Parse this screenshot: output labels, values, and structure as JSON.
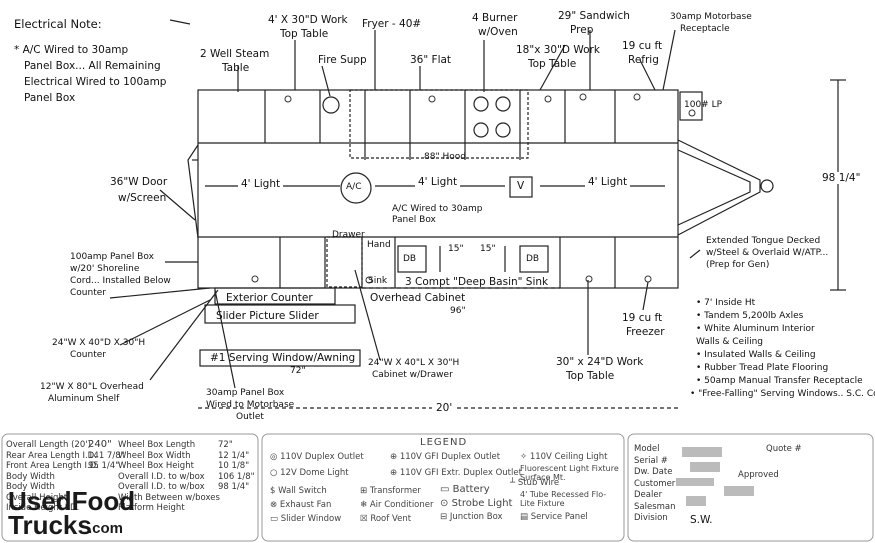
{
  "notes": {
    "title": "Electrical Note:",
    "body": [
      "* A/C Wired to 30amp",
      "Panel Box... All Remaining",
      "Electrical Wired to 100amp",
      "Panel Box"
    ]
  },
  "top_labels": {
    "steam": [
      "2 Well Steam",
      "Table"
    ],
    "work_top": [
      "4' X 30\"D Work",
      "Top Table"
    ],
    "fire": "Fire Supp",
    "fryer": "Fryer - 40#",
    "flat": "36\" Flat",
    "burner": [
      "4 Burner",
      "w/Oven"
    ],
    "sandwich": [
      "29\" Sandwich",
      "Prep"
    ],
    "work18": [
      "18\"x 30\"D Work",
      "Top Table"
    ],
    "motorbase": [
      "30amp Motorbase",
      "Receptacle"
    ],
    "refrig": [
      "19 cu ft",
      "Refrig"
    ]
  },
  "left_labels": {
    "door": [
      "36\"W Door",
      "w/Screen"
    ],
    "panel": [
      "100amp Panel Box",
      "w/20' Shoreline",
      "Cord... Installed Below",
      "Counter"
    ],
    "counter24": [
      "24\"W X 40\"D X 30\"H",
      "Counter"
    ],
    "shelf": [
      "12\"W X 80\"L Overhead",
      "Aluminum Shelf"
    ]
  },
  "inside": {
    "hood": "88\" Hood",
    "light1": "4' Light",
    "light2": "4' Light",
    "light3": "4' Light",
    "ac": "A/C",
    "vent": "V",
    "ac_note": [
      "A/C Wired to 30amp",
      "Panel Box"
    ],
    "drawer": "Drawer",
    "hand": "Hand",
    "sink": "Sink",
    "db1": "DB",
    "db2": "DB",
    "dim15a": "15\"",
    "dim15b": "15\"",
    "compt": "3 Compt \"Deep Basin\" Sink",
    "overhead": "Overhead Cabinet",
    "dim96": "96\"",
    "propane": "100# LP",
    "ext_counter": "Exterior Counter",
    "slider": "Slider   Picture   Slider",
    "serving": "#1 Serving Window/Awning",
    "dim72": "72\"",
    "dim20": "20'",
    "dim98": "98 1/4\""
  },
  "right_labels": {
    "tongue": [
      "Extended Tongue Decked",
      "w/Steel & Overlaid W/ATP...",
      "(Prep for Gen)"
    ],
    "freezer": [
      "19 cu ft",
      "Freezer"
    ],
    "worktop30": [
      "30\" x 24\"D Work",
      "Top Table"
    ],
    "cabinet": [
      "24\"W X 40\"L X 30\"H",
      "Cabinet w/Drawer"
    ],
    "panel30": [
      "30amp Panel Box",
      "Wired to Motorbase",
      "Outlet"
    ],
    "specs": [
      "• 7' Inside Ht",
      "• Tandem 5,200lb Axles",
      "• White Aluminum Interior",
      "   Walls & Ceiling",
      "• Insulated Walls & Ceiling",
      "• Rubber Tread Plate Flooring",
      "• 50amp Manual Transfer Receptacle",
      "• \"Free-Falling\" Serving Windows.. S.C. Code"
    ]
  },
  "dims_table": {
    "rows": [
      [
        "Overall Length (20')",
        "240\"",
        "Wheel Box Length",
        "72\""
      ],
      [
        "Rear Area Length I.D.",
        "141 7/8\"",
        "Wheel Box Width",
        "12 1/4\""
      ],
      [
        "Front Area Length I.D.",
        "95 1/4\"",
        "Wheel Box Height",
        "10 1/8\""
      ],
      [
        "Body Width",
        "",
        "",
        "106 1/8\""
      ],
      [
        "Body Width",
        "",
        "",
        "98 1/4\""
      ],
      [
        "Overall Height",
        "",
        "",
        ""
      ],
      [
        "Inside Height I.D.",
        "",
        "Platform Height",
        ""
      ]
    ],
    "mid_extra": [
      "Overall I.D. to w/box",
      "Overall I.D. to w/box",
      "Width Between w/boxes"
    ]
  },
  "legend": {
    "title": "LEGEND",
    "items": [
      "110V Duplex Outlet",
      "110V GFI Duplex Outlet",
      "110V Ceiling Light",
      "12V Dome Light",
      "110V GFI Extr. Duplex Outlet",
      "Fluorescent Light Fixture Surface Mt.",
      "Wall Switch",
      "Transformer",
      "Battery",
      "Exhaust Fan",
      "Air Conditioner",
      "Strobe Light",
      "Slider Window",
      "Roof Vent",
      "Junction Box",
      "Stub Wire",
      "4' Tube Recessed Flo-Lite Fixture",
      "Service Panel"
    ]
  },
  "info_box": {
    "fields": [
      "Model",
      "Serial #",
      "Dw. Date",
      "Customer",
      "Dealer",
      "Salesman",
      "Division"
    ],
    "quote": "Quote #",
    "salesman_value": "S.W.",
    "approved": "Approved"
  },
  "logo": {
    "line1": "UsedFood",
    "line2": "Trucks",
    "suffix": ".com"
  }
}
